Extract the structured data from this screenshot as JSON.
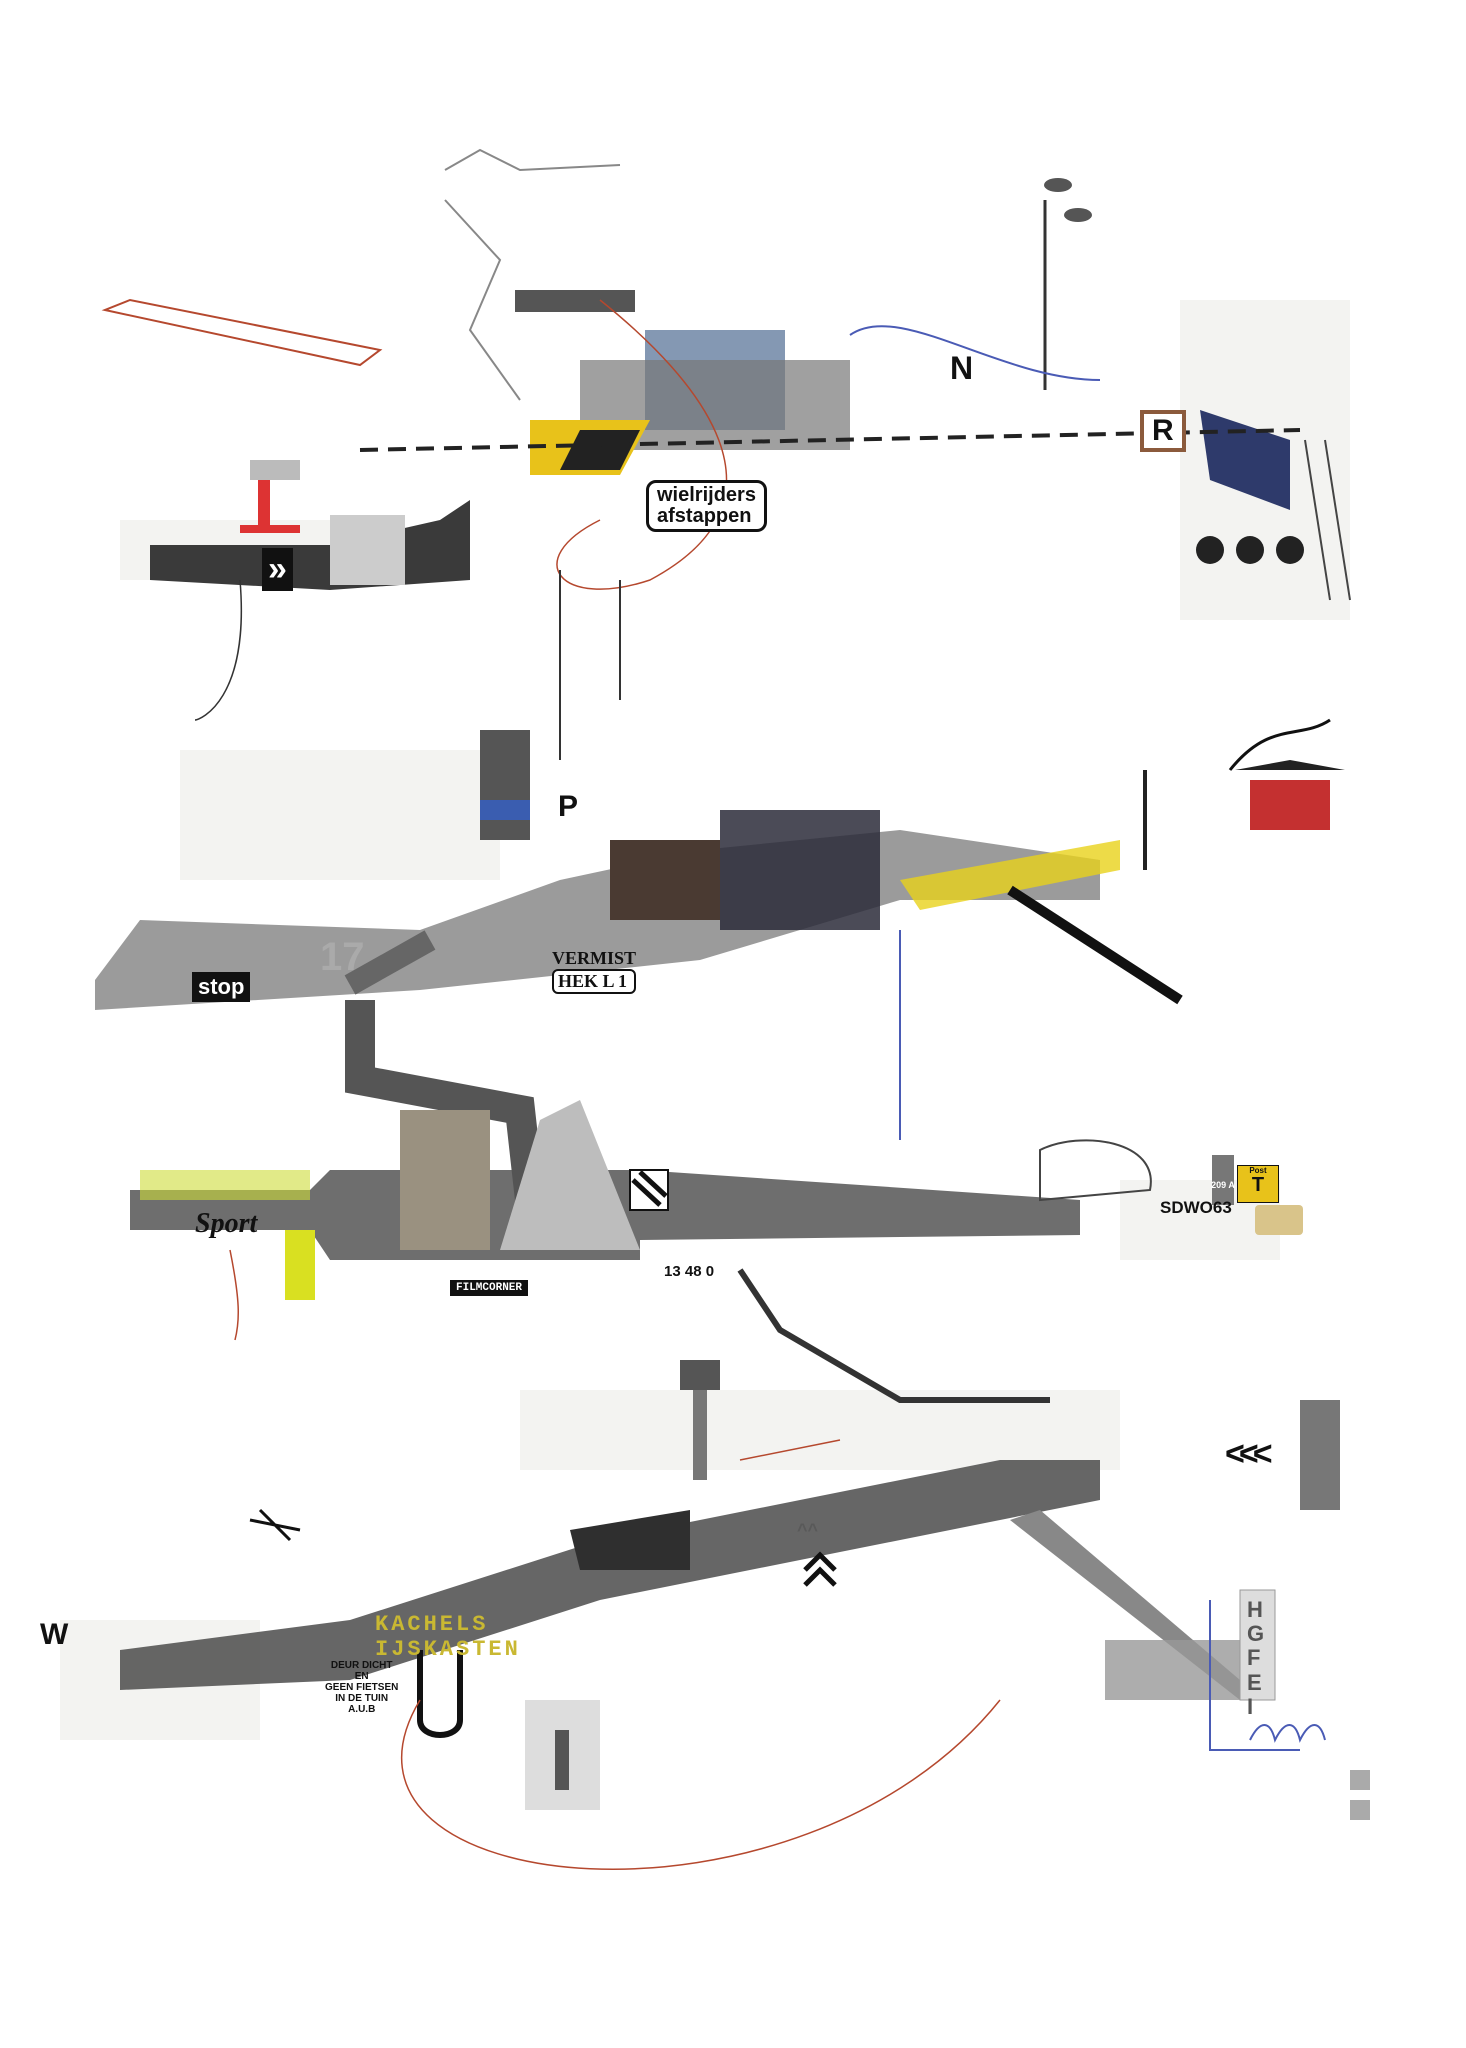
{
  "colors": {
    "ink": "#1a1a1a",
    "red_sketch": "#b5482e",
    "blue_sketch": "#4a5bb5",
    "yellow": "#e8c21a",
    "grey": "#6b6b6b",
    "lime": "#d9e021"
  },
  "strip1": {
    "bike_sign_line1": "wielrijders",
    "bike_sign_line2": "afstappen",
    "north_label": "N",
    "parking_sign": "R",
    "chevron_sign": "»"
  },
  "strip2": {
    "stop_sign": "stop",
    "parking_label": "P",
    "gate_line1": "VERMIST",
    "gate_line2": "HEK L 1",
    "number_label": "17"
  },
  "strip3": {
    "sport_label": "Sport",
    "filmcorner_label": "FILMCORNER",
    "number_plate": "13 48 0",
    "code_label": "SDWO63",
    "post_sign_small": "Post",
    "post_sign_letter": "T",
    "meter_label": "209 A"
  },
  "strip4": {
    "shop_line1": "KACHELS",
    "shop_line2": "IJSKASTEN",
    "notice_lines": [
      "DEUR DICHT",
      "EN",
      "GEEN FIETSEN",
      "IN DE TUIN",
      "A.U.B"
    ],
    "w_label": "W",
    "vertical_sign": "HGFEI",
    "chevrons_left": "<<<",
    "chevrons_up": "^^"
  }
}
